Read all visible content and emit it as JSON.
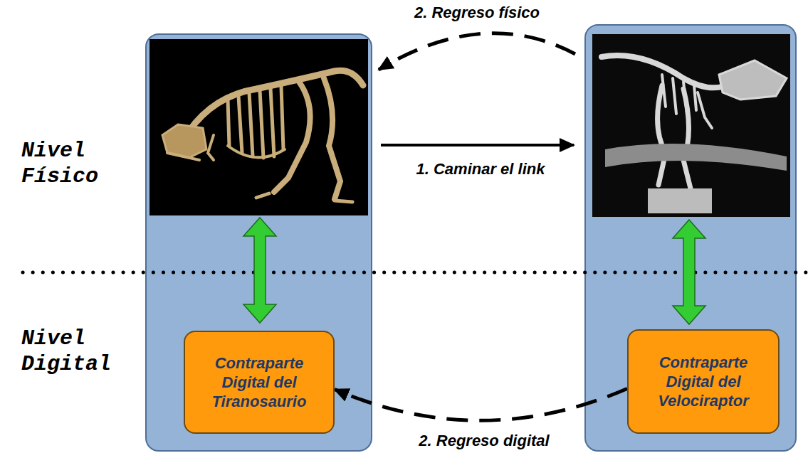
{
  "diagram": {
    "nodes": [
      {
        "text": [
          "Contraparte Digital del Tiranosaurio"
        ]
      },
      {
        "text": [
          "Contraparte Digital del Velociraptor"
        ]
      }
    ],
    "edges": [
      {
        "from": 1,
        "to": 0,
        "arrow": "to",
        "label": "2. Regreso digital"
      }
    ],
    "labels": [
      "2. Regreso físico",
      "Nivel Físico",
      "1. Caminar el link",
      "Nivel Digital"
    ]
  }
}
